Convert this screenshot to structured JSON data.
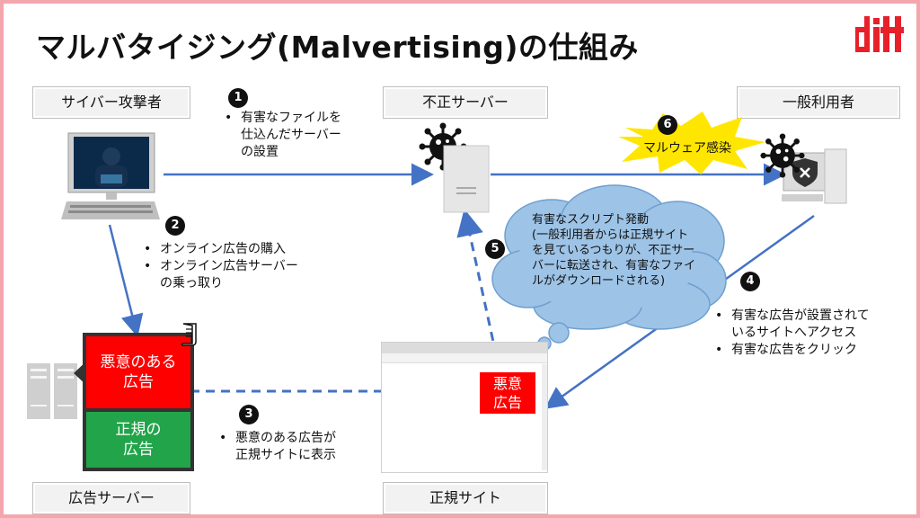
{
  "title": "マルバタイジング(Malvertising)の仕組み",
  "logo": {
    "text": "dit",
    "color": "#e8202a"
  },
  "labels": {
    "attacker": "サイバー攻撃者",
    "bad_server": "不正サーバー",
    "user": "一般利用者",
    "ad_server": "広告サーバー",
    "legit_site": "正規サイト"
  },
  "steps": {
    "s1": {
      "num": "1",
      "lines": [
        "有害なファイルを",
        "仕込んだサーバー",
        "の設置"
      ]
    },
    "s2": {
      "num": "2",
      "items": [
        "オンライン広告の購入",
        "オンライン広告サーバー\nの乗っ取り"
      ]
    },
    "s3": {
      "num": "3",
      "items": [
        "悪意のある広告が\n正規サイトに表示"
      ]
    },
    "s4": {
      "num": "4",
      "items": [
        "有害な広告が設置されて\nいるサイトへアクセス",
        "有害な広告をクリック"
      ]
    },
    "s5": {
      "num": "5",
      "text": "有害なスクリプト発動\n(一般利用者からは正規サイトを見ているつもりが、不正サーバーに転送され、有害なファイルがダウンロードされる)"
    },
    "s6": {
      "num": "6",
      "text": "マルウェア感染"
    }
  },
  "ads": {
    "malicious": "悪意のある\n広告",
    "legit": "正規の\n広告",
    "small_malicious": "悪意\n広告"
  },
  "colors": {
    "arrow": "#4472c4",
    "red": "#ff0000",
    "green": "#22a44a",
    "cloud": "#9dc3e6",
    "starburst": "#ffe600",
    "border": "#f4a6ad"
  },
  "icons": [
    "computer-hacker-icon",
    "virus-icon",
    "server-icon",
    "blocked-computer-icon",
    "scroll-icon",
    "browser-window-icon"
  ]
}
